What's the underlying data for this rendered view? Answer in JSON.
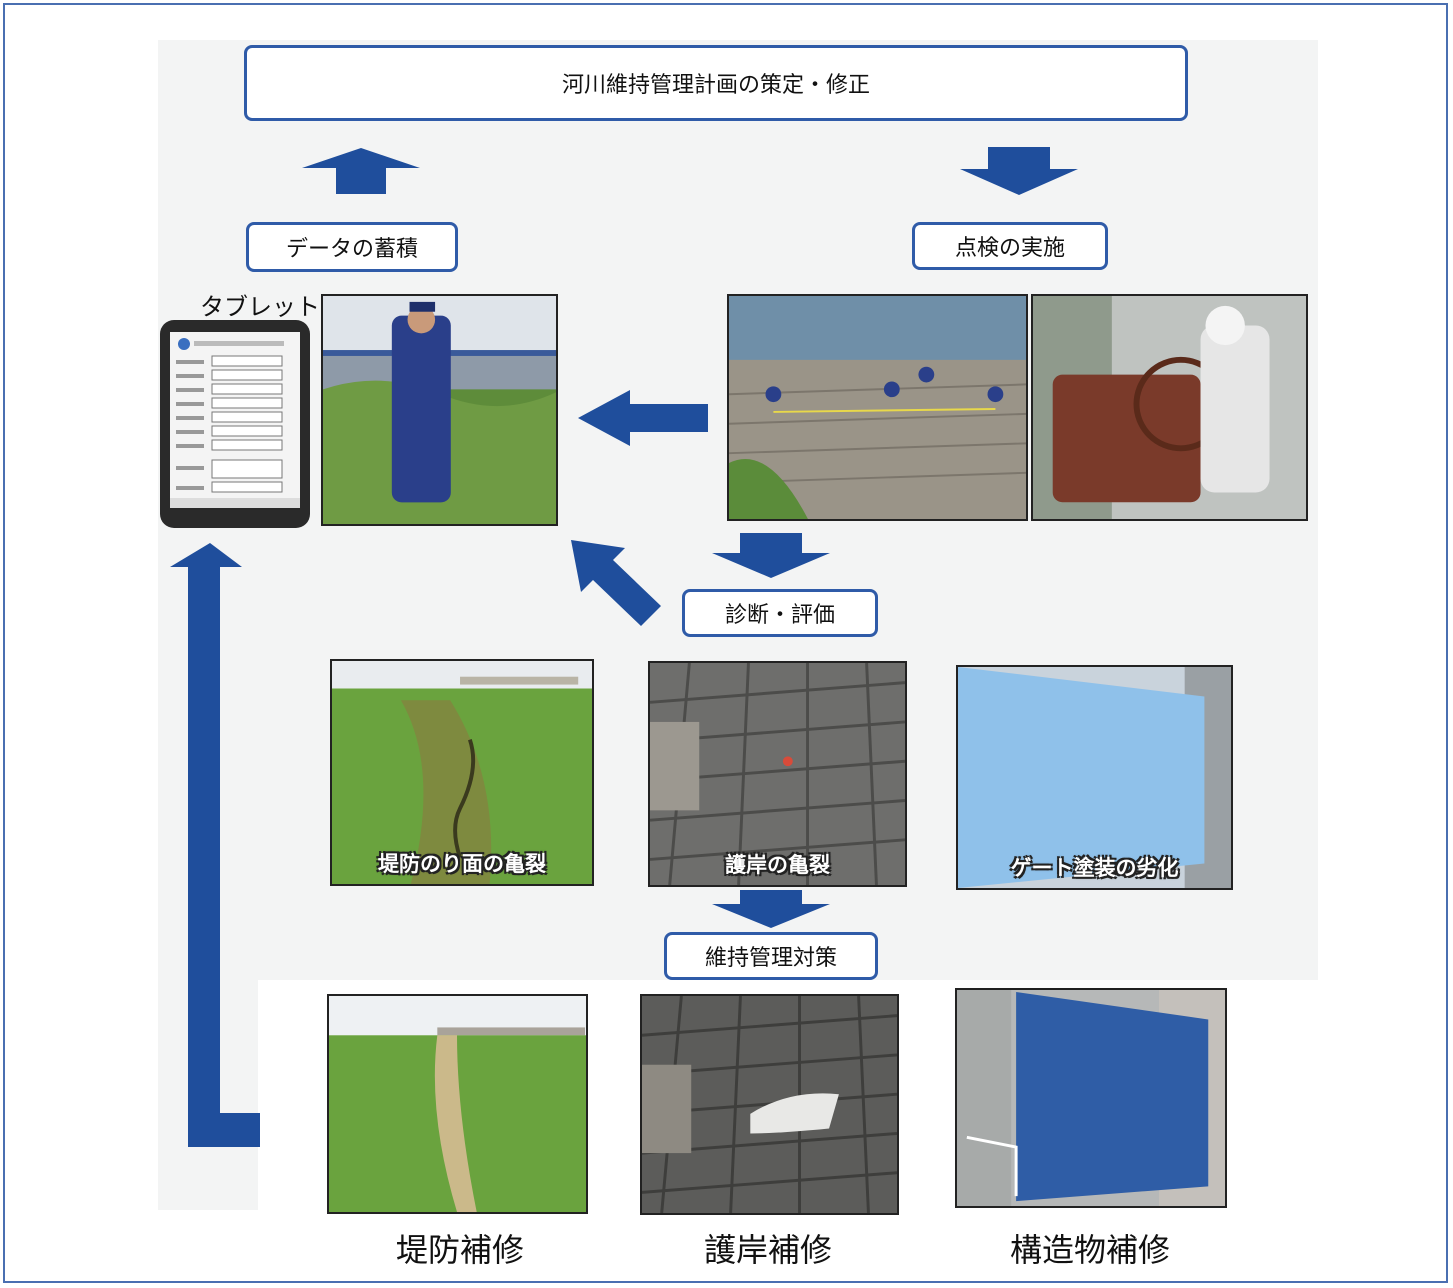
{
  "colors": {
    "accent": "#2f5ba8",
    "arrow": "#1f4e9c",
    "frame": "#4a6fb1"
  },
  "plan_box": "河川維持管理計画の策定・修正",
  "data_box": "データの蓄積",
  "inspect_box": "点検の実施",
  "diagnose_box": "診断・評価",
  "maintenance_box": "維持管理対策",
  "tablet_label": "タブレット",
  "damage_captions": [
    "堤防のり面の亀裂",
    "護岸の亀裂",
    "ゲート塗装の劣化"
  ],
  "repair_labels": [
    "堤防補修",
    "護岸補修",
    "構造物補修"
  ],
  "icons": [
    "arrow-up-icon",
    "arrow-down-icon",
    "arrow-left-icon",
    "arrow-diagonal-icon",
    "tablet-icon"
  ]
}
